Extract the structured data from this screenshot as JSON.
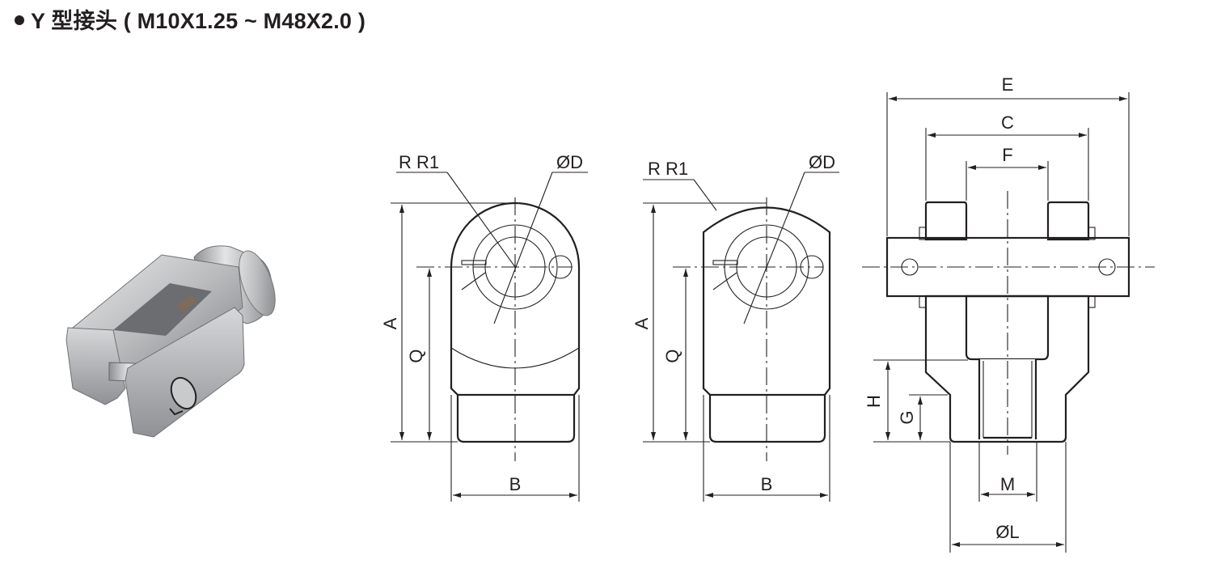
{
  "title": {
    "bullet": "•",
    "text": "Y 型接头 ( M10X1.25 ~ M48X2.0 )"
  },
  "product_photo": {
    "description": "Y-type clevis joint with pin and retaining clip"
  },
  "front_view_1": {
    "labels": {
      "radius": "R R1",
      "diameter": "ØD",
      "height_a": "A",
      "height_q": "Q",
      "width_b": "B"
    }
  },
  "front_view_2": {
    "labels": {
      "radius": "R R1",
      "diameter": "ØD",
      "height_a": "A",
      "height_q": "Q",
      "width_b": "B"
    }
  },
  "section_view": {
    "labels": {
      "e": "E",
      "c": "C",
      "f": "F",
      "h": "H",
      "g": "G",
      "m": "M",
      "l": "ØL"
    }
  },
  "colors": {
    "ink": "#231f20",
    "background": "#ffffff",
    "metal": "#a9abae"
  }
}
